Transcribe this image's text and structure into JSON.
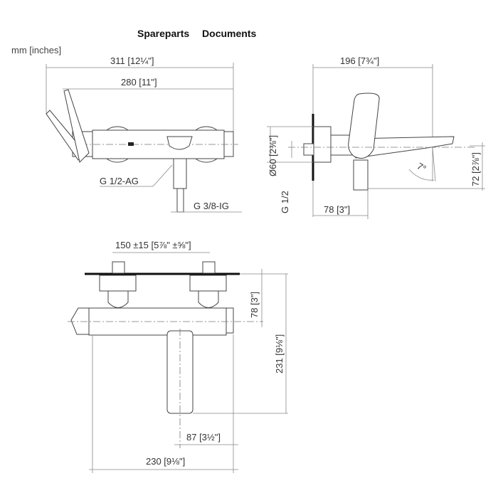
{
  "nav": {
    "spareparts": "Spareparts",
    "documents": "Documents"
  },
  "units_label": "mm [inches]",
  "front_view": {
    "overall_width": "311 [12¼\"]",
    "body_width": "280 [11\"]",
    "inlet_thread": "G 1/2-AG",
    "outlet_thread": "G 3/8-IG"
  },
  "side_view": {
    "projection": "196 [7¾\"]",
    "flange_diameter": "Ø60 [2⅜\"]",
    "connection_thread": "G 1/2",
    "outlet_offset": "78 [3\"]",
    "height": "72 [2⅞\"]",
    "angle": "7°"
  },
  "top_view": {
    "center_distance": "150 ±15 [5⅞\" ±⅝\"]",
    "wall_to_axis": "78 [3\"]",
    "wall_to_spout": "231 [9⅛\"]",
    "spout_offset": "87 [3½\"]",
    "body_width": "230 [9⅛\"]"
  }
}
